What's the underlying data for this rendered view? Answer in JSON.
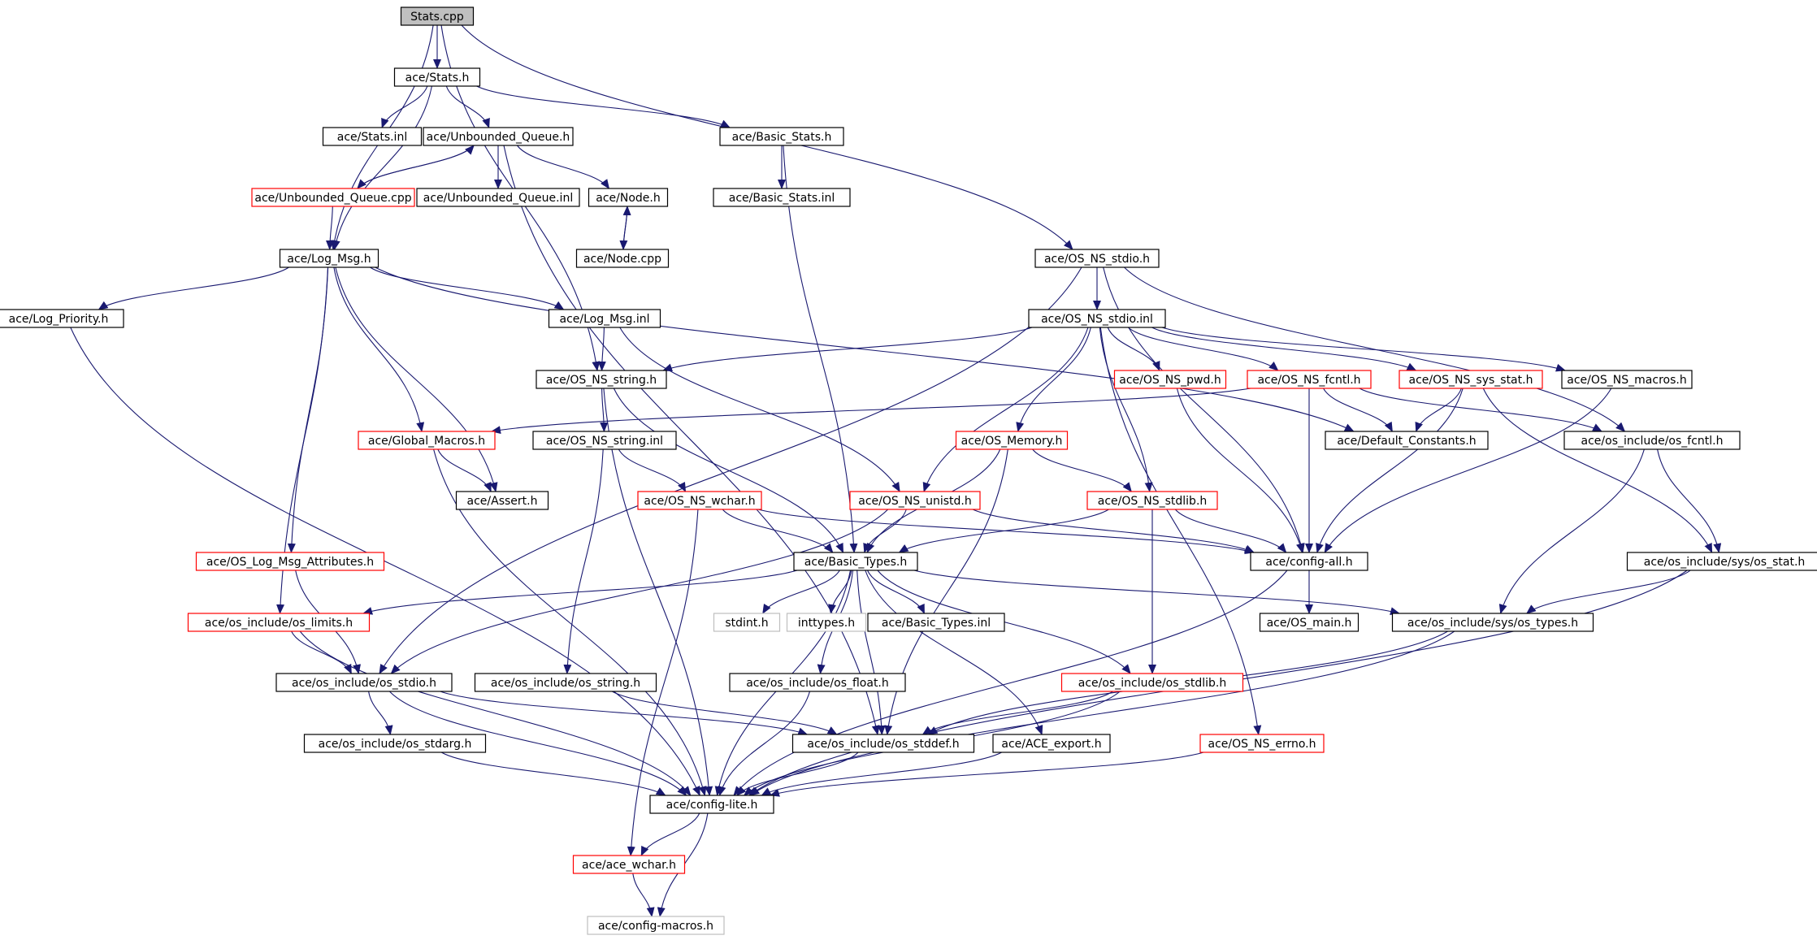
{
  "colors": {
    "edge": "#191970",
    "node_border_normal": "#000000",
    "node_border_red": "#ff0000",
    "node_border_gray": "#bfbfbf",
    "root_fill": "#bfbfbf"
  },
  "nodes": [
    {
      "id": "stats_cpp",
      "label": "Stats.cpp",
      "style": "root"
    },
    {
      "id": "stats_h",
      "label": "ace/Stats.h",
      "style": "normal"
    },
    {
      "id": "stats_inl",
      "label": "ace/Stats.inl",
      "style": "normal"
    },
    {
      "id": "ubq_h",
      "label": "ace/Unbounded_Queue.h",
      "style": "normal"
    },
    {
      "id": "basic_stats_h",
      "label": "ace/Basic_Stats.h",
      "style": "normal"
    },
    {
      "id": "ubq_cpp",
      "label": "ace/Unbounded_Queue.cpp",
      "style": "red"
    },
    {
      "id": "ubq_inl",
      "label": "ace/Unbounded_Queue.inl",
      "style": "normal"
    },
    {
      "id": "node_h",
      "label": "ace/Node.h",
      "style": "normal"
    },
    {
      "id": "basic_stats_inl",
      "label": "ace/Basic_Stats.inl",
      "style": "normal"
    },
    {
      "id": "node_cpp",
      "label": "ace/Node.cpp",
      "style": "normal"
    },
    {
      "id": "log_msg_h",
      "label": "ace/Log_Msg.h",
      "style": "normal"
    },
    {
      "id": "os_ns_stdio_h",
      "label": "ace/OS_NS_stdio.h",
      "style": "normal"
    },
    {
      "id": "log_priority_h",
      "label": "ace/Log_Priority.h",
      "style": "normal"
    },
    {
      "id": "log_msg_inl",
      "label": "ace/Log_Msg.inl",
      "style": "normal"
    },
    {
      "id": "os_ns_stdio_inl",
      "label": "ace/OS_NS_stdio.inl",
      "style": "normal"
    },
    {
      "id": "os_ns_string_h",
      "label": "ace/OS_NS_string.h",
      "style": "normal"
    },
    {
      "id": "os_ns_pwd_h",
      "label": "ace/OS_NS_pwd.h",
      "style": "red"
    },
    {
      "id": "os_ns_fcntl_h",
      "label": "ace/OS_NS_fcntl.h",
      "style": "red"
    },
    {
      "id": "os_ns_sys_stat_h",
      "label": "ace/OS_NS_sys_stat.h",
      "style": "red"
    },
    {
      "id": "os_ns_macros_h",
      "label": "ace/OS_NS_macros.h",
      "style": "normal"
    },
    {
      "id": "global_macros_h",
      "label": "ace/Global_Macros.h",
      "style": "red"
    },
    {
      "id": "os_ns_string_inl",
      "label": "ace/OS_NS_string.inl",
      "style": "normal"
    },
    {
      "id": "os_memory_h",
      "label": "ace/OS_Memory.h",
      "style": "red"
    },
    {
      "id": "default_constants_h",
      "label": "ace/Default_Constants.h",
      "style": "normal"
    },
    {
      "id": "os_include_os_fcntl_h",
      "label": "ace/os_include/os_fcntl.h",
      "style": "normal"
    },
    {
      "id": "assert_h",
      "label": "ace/Assert.h",
      "style": "normal"
    },
    {
      "id": "os_ns_wchar_h",
      "label": "ace/OS_NS_wchar.h",
      "style": "red"
    },
    {
      "id": "os_ns_unistd_h",
      "label": "ace/OS_NS_unistd.h",
      "style": "red"
    },
    {
      "id": "os_ns_stdlib_h",
      "label": "ace/OS_NS_stdlib.h",
      "style": "red"
    },
    {
      "id": "os_log_msg_attributes_h",
      "label": "ace/OS_Log_Msg_Attributes.h",
      "style": "red"
    },
    {
      "id": "basic_types_h",
      "label": "ace/Basic_Types.h",
      "style": "normal"
    },
    {
      "id": "config_all_h",
      "label": "ace/config-all.h",
      "style": "normal"
    },
    {
      "id": "os_include_sys_os_stat_h",
      "label": "ace/os_include/sys/os_stat.h",
      "style": "normal"
    },
    {
      "id": "os_include_os_limits_h",
      "label": "ace/os_include/os_limits.h",
      "style": "red"
    },
    {
      "id": "stdint_h",
      "label": "stdint.h",
      "style": "gray"
    },
    {
      "id": "inttypes_h",
      "label": "inttypes.h",
      "style": "gray"
    },
    {
      "id": "basic_types_inl",
      "label": "ace/Basic_Types.inl",
      "style": "normal"
    },
    {
      "id": "os_main_h",
      "label": "ace/OS_main.h",
      "style": "normal"
    },
    {
      "id": "os_include_sys_os_types_h",
      "label": "ace/os_include/sys/os_types.h",
      "style": "normal"
    },
    {
      "id": "os_include_os_stdio_h",
      "label": "ace/os_include/os_stdio.h",
      "style": "normal"
    },
    {
      "id": "os_include_os_string_h",
      "label": "ace/os_include/os_string.h",
      "style": "normal"
    },
    {
      "id": "os_include_os_float_h",
      "label": "ace/os_include/os_float.h",
      "style": "normal"
    },
    {
      "id": "os_include_os_stdlib_h",
      "label": "ace/os_include/os_stdlib.h",
      "style": "red"
    },
    {
      "id": "os_include_os_stdarg_h",
      "label": "ace/os_include/os_stdarg.h",
      "style": "normal"
    },
    {
      "id": "os_include_os_stddef_h",
      "label": "ace/os_include/os_stddef.h",
      "style": "normal"
    },
    {
      "id": "ace_export_h",
      "label": "ace/ACE_export.h",
      "style": "normal"
    },
    {
      "id": "os_ns_errno_h",
      "label": "ace/OS_NS_errno.h",
      "style": "red"
    },
    {
      "id": "config_lite_h",
      "label": "ace/config-lite.h",
      "style": "normal"
    },
    {
      "id": "ace_wchar_h",
      "label": "ace/ace_wchar.h",
      "style": "red"
    },
    {
      "id": "config_macros_h",
      "label": "ace/config-macros.h",
      "style": "gray"
    }
  ],
  "edges": [
    [
      "stats_cpp",
      "stats_h"
    ],
    [
      "stats_cpp",
      "log_msg_h"
    ],
    [
      "stats_cpp",
      "os_ns_stdio_h"
    ],
    [
      "stats_cpp",
      "os_ns_string_h"
    ],
    [
      "stats_h",
      "stats_inl"
    ],
    [
      "stats_h",
      "ubq_h"
    ],
    [
      "stats_h",
      "basic_stats_h"
    ],
    [
      "stats_h",
      "log_msg_h"
    ],
    [
      "ubq_h",
      "ubq_cpp"
    ],
    [
      "ubq_cpp",
      "ubq_h"
    ],
    [
      "ubq_h",
      "ubq_inl"
    ],
    [
      "ubq_h",
      "node_h"
    ],
    [
      "ubq_h",
      "os_include_os_stddef_h"
    ],
    [
      "ubq_cpp",
      "log_msg_h"
    ],
    [
      "node_h",
      "node_cpp"
    ],
    [
      "node_cpp",
      "node_h"
    ],
    [
      "basic_stats_h",
      "basic_stats_inl"
    ],
    [
      "basic_stats_h",
      "basic_types_h"
    ],
    [
      "log_msg_h",
      "log_priority_h"
    ],
    [
      "log_msg_h",
      "log_msg_inl"
    ],
    [
      "log_msg_h",
      "global_macros_h"
    ],
    [
      "log_msg_h",
      "assert_h"
    ],
    [
      "log_msg_h",
      "os_log_msg_attributes_h"
    ],
    [
      "log_msg_h",
      "os_include_os_limits_h"
    ],
    [
      "log_msg_h",
      "default_constants_h"
    ],
    [
      "log_priority_h",
      "config_lite_h"
    ],
    [
      "log_msg_inl",
      "os_ns_string_h"
    ],
    [
      "log_msg_inl",
      "os_ns_unistd_h"
    ],
    [
      "os_ns_stdio_h",
      "os_ns_stdio_inl"
    ],
    [
      "os_ns_stdio_h",
      "os_include_os_stdio_h"
    ],
    [
      "os_ns_stdio_h",
      "config_all_h"
    ],
    [
      "os_ns_stdio_h",
      "os_include_os_fcntl_h"
    ],
    [
      "os_ns_stdio_inl",
      "os_ns_string_h"
    ],
    [
      "os_ns_stdio_inl",
      "os_ns_pwd_h"
    ],
    [
      "os_ns_stdio_inl",
      "os_ns_fcntl_h"
    ],
    [
      "os_ns_stdio_inl",
      "os_ns_sys_stat_h"
    ],
    [
      "os_ns_stdio_inl",
      "os_ns_macros_h"
    ],
    [
      "os_ns_stdio_inl",
      "os_memory_h"
    ],
    [
      "os_ns_stdio_inl",
      "os_ns_unistd_h"
    ],
    [
      "os_ns_stdio_inl",
      "os_ns_stdlib_h"
    ],
    [
      "os_ns_stdio_inl",
      "os_ns_errno_h"
    ],
    [
      "os_ns_string_h",
      "os_ns_string_inl"
    ],
    [
      "os_ns_string_h",
      "basic_types_h"
    ],
    [
      "os_ns_string_h",
      "config_lite_h"
    ],
    [
      "os_ns_string_inl",
      "os_ns_wchar_h"
    ],
    [
      "os_ns_string_inl",
      "os_include_os_string_h"
    ],
    [
      "os_ns_pwd_h",
      "config_all_h"
    ],
    [
      "os_ns_fcntl_h",
      "default_constants_h"
    ],
    [
      "os_ns_fcntl_h",
      "config_all_h"
    ],
    [
      "os_ns_fcntl_h",
      "os_include_os_fcntl_h"
    ],
    [
      "os_ns_fcntl_h",
      "global_macros_h"
    ],
    [
      "os_ns_sys_stat_h",
      "default_constants_h"
    ],
    [
      "os_ns_sys_stat_h",
      "config_all_h"
    ],
    [
      "os_ns_sys_stat_h",
      "os_include_sys_os_stat_h"
    ],
    [
      "os_ns_macros_h",
      "config_all_h"
    ],
    [
      "global_macros_h",
      "assert_h"
    ],
    [
      "global_macros_h",
      "config_lite_h"
    ],
    [
      "os_memory_h",
      "os_ns_stdlib_h"
    ],
    [
      "os_memory_h",
      "basic_types_h"
    ],
    [
      "os_memory_h",
      "os_include_os_stddef_h"
    ],
    [
      "os_include_os_fcntl_h",
      "os_include_sys_os_stat_h"
    ],
    [
      "os_include_os_fcntl_h",
      "os_include_sys_os_types_h"
    ],
    [
      "os_ns_wchar_h",
      "basic_types_h"
    ],
    [
      "os_ns_wchar_h",
      "config_all_h"
    ],
    [
      "os_ns_wchar_h",
      "ace_wchar_h"
    ],
    [
      "os_ns_unistd_h",
      "basic_types_h"
    ],
    [
      "os_ns_unistd_h",
      "config_all_h"
    ],
    [
      "os_ns_unistd_h",
      "os_include_os_stdio_h"
    ],
    [
      "os_ns_stdlib_h",
      "basic_types_h"
    ],
    [
      "os_ns_stdlib_h",
      "config_all_h"
    ],
    [
      "os_ns_stdlib_h",
      "os_include_os_stdlib_h"
    ],
    [
      "os_log_msg_attributes_h",
      "os_include_os_stdio_h"
    ],
    [
      "basic_types_h",
      "os_include_os_limits_h"
    ],
    [
      "basic_types_h",
      "stdint_h"
    ],
    [
      "basic_types_h",
      "inttypes_h"
    ],
    [
      "basic_types_h",
      "basic_types_inl"
    ],
    [
      "basic_types_h",
      "os_include_sys_os_types_h"
    ],
    [
      "basic_types_h",
      "os_include_os_float_h"
    ],
    [
      "basic_types_h",
      "os_include_os_stdlib_h"
    ],
    [
      "basic_types_h",
      "os_include_os_stddef_h"
    ],
    [
      "basic_types_h",
      "ace_export_h"
    ],
    [
      "basic_types_h",
      "config_lite_h"
    ],
    [
      "config_all_h",
      "os_main_h"
    ],
    [
      "config_all_h",
      "config_lite_h"
    ],
    [
      "os_include_sys_os_stat_h",
      "os_include_sys_os_types_h"
    ],
    [
      "os_include_sys_os_stat_h",
      "config_lite_h"
    ],
    [
      "os_include_os_limits_h",
      "os_include_os_stdio_h"
    ],
    [
      "os_include_os_limits_h",
      "config_lite_h"
    ],
    [
      "os_include_sys_os_types_h",
      "os_include_os_stddef_h"
    ],
    [
      "os_include_sys_os_types_h",
      "config_lite_h"
    ],
    [
      "os_include_os_stdio_h",
      "os_include_os_stdarg_h"
    ],
    [
      "os_include_os_stdio_h",
      "os_include_os_stddef_h"
    ],
    [
      "os_include_os_stdio_h",
      "config_lite_h"
    ],
    [
      "os_include_os_string_h",
      "os_include_os_stddef_h"
    ],
    [
      "os_include_os_float_h",
      "config_lite_h"
    ],
    [
      "os_include_os_stdlib_h",
      "os_include_os_stddef_h"
    ],
    [
      "os_include_os_stdlib_h",
      "config_lite_h"
    ],
    [
      "os_include_os_stdarg_h",
      "config_lite_h"
    ],
    [
      "os_include_os_stddef_h",
      "config_lite_h"
    ],
    [
      "ace_export_h",
      "config_lite_h"
    ],
    [
      "os_ns_errno_h",
      "config_lite_h"
    ],
    [
      "config_lite_h",
      "ace_wchar_h"
    ],
    [
      "config_lite_h",
      "config_macros_h"
    ],
    [
      "ace_wchar_h",
      "config_macros_h"
    ]
  ]
}
